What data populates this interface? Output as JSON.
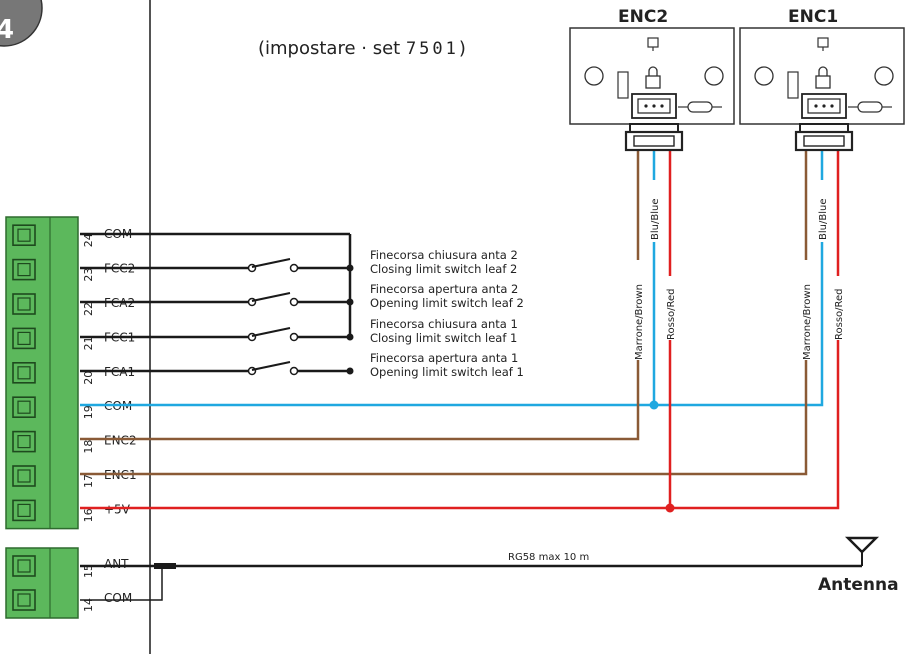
{
  "step_badge": "4",
  "setting_note": {
    "prefix": "(impostare · set ",
    "code": "7501",
    "suffix": ")"
  },
  "terminal_block_main": [
    {
      "pin": "24",
      "label": "COM"
    },
    {
      "pin": "23",
      "label": "FCC2"
    },
    {
      "pin": "22",
      "label": "FCA2"
    },
    {
      "pin": "21",
      "label": "FCC1"
    },
    {
      "pin": "20",
      "label": "FCA1"
    },
    {
      "pin": "19",
      "label": "COM"
    },
    {
      "pin": "18",
      "label": "ENC2"
    },
    {
      "pin": "17",
      "label": "ENC1"
    },
    {
      "pin": "16",
      "label": "+5V"
    }
  ],
  "terminal_block_antenna": [
    {
      "pin": "15",
      "label": "ANT"
    },
    {
      "pin": "14",
      "label": "COM"
    }
  ],
  "limit_switches": [
    {
      "line1": "Finecorsa chiusura anta 2",
      "line2": "Closing limit switch leaf 2"
    },
    {
      "line1": "Finecorsa apertura anta 2",
      "line2": "Opening limit switch leaf 2"
    },
    {
      "line1": "Finecorsa chiusura anta 1",
      "line2": "Closing limit switch leaf 1"
    },
    {
      "line1": "Finecorsa apertura anta 1",
      "line2": "Opening limit switch leaf 1"
    }
  ],
  "encoders": [
    {
      "title": "ENC2"
    },
    {
      "title": "ENC1"
    }
  ],
  "wire_colors": {
    "brown_label": "Marrone/Brown",
    "blue_label": "Blu/Blue",
    "red_label": "Rosso/Red",
    "brown": "#8a5a36",
    "blue": "#1fa8e0",
    "red": "#e02020",
    "black": "#1a1a1a"
  },
  "antenna": {
    "label": "Antenna",
    "cable": "RG58 max 10 m"
  },
  "colors": {
    "terminal_green": "#5cb85c",
    "terminal_dark": "#2e6b2e",
    "badge": "#777777"
  }
}
